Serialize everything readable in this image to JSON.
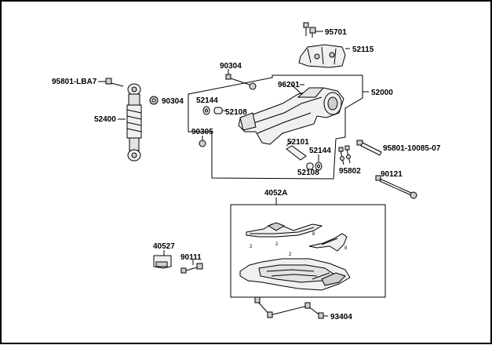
{
  "diagram": {
    "labels": {
      "p95701": "95701",
      "p52115": "52115",
      "p90304_top": "90304",
      "p96201": "96201",
      "p52000": "52000",
      "p95801_lba7": "95801-LBA7",
      "p90304_side": "90304",
      "p52144_a": "52144",
      "p52108_a": "52108",
      "p52400": "52400",
      "p90305": "90305",
      "p52101": "52101",
      "p52144_b": "52144",
      "p52108_b": "52108",
      "p95801_10085": "95801-10085-07",
      "p95802": "95802",
      "p90121": "90121",
      "p4052a": "4052A",
      "p40527": "40527",
      "p90111": "90111",
      "p93404": "93404",
      "sub_2a": "2",
      "sub_2b": "2",
      "sub_8a": "8",
      "sub_8b": "8",
      "sub_2c": "2"
    }
  }
}
